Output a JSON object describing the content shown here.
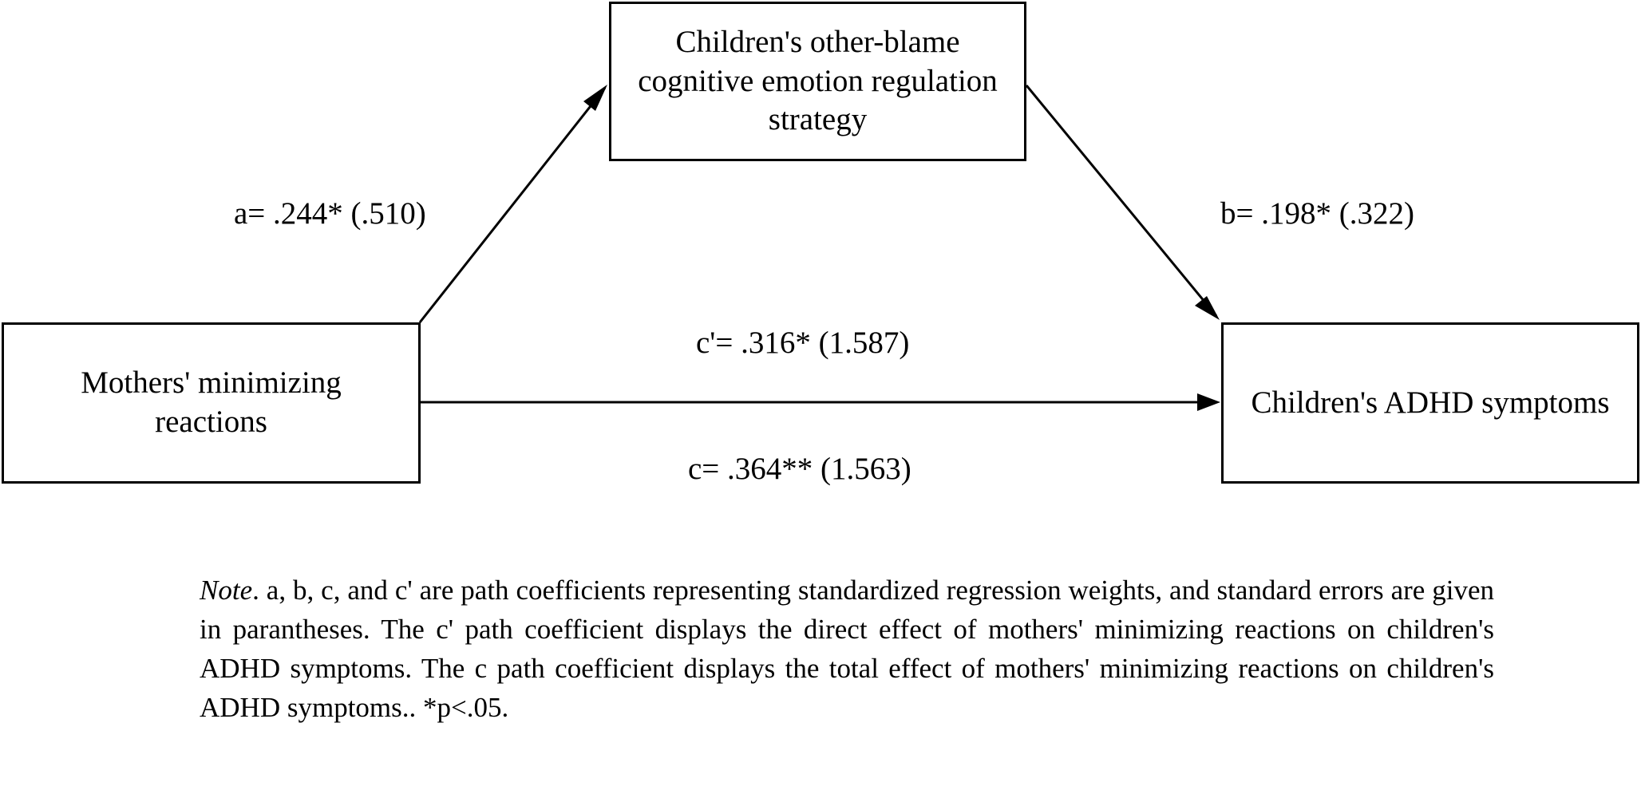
{
  "nodes": {
    "mediator": {
      "lines": [
        "Children's other-blame",
        "cognitive emotion regulation",
        "strategy"
      ]
    },
    "predictor": {
      "lines": [
        "Mothers' minimizing",
        "reactions"
      ]
    },
    "outcome": {
      "lines": [
        "Children's ADHD symptoms"
      ]
    }
  },
  "paths": {
    "a": "a= .244* (.510)",
    "b": "b= .198* (.322)",
    "c_prime": "c'= .316* (1.587)",
    "c": "c= .364** (1.563)"
  },
  "note": {
    "lead": "Note",
    "text": ". a, b, c, and c' are path coefficients representing standardized regression weights, and standard errors are given in parantheses. The c' path coefficient displays the direct effect of mothers' minimizing reactions on children's ADHD symptoms. The c path coefficient displays the total effect of mothers' minimizing reactions on children's ADHD symptoms.. *p<.05."
  },
  "colors": {
    "stroke": "#000000",
    "background": "#ffffff"
  }
}
